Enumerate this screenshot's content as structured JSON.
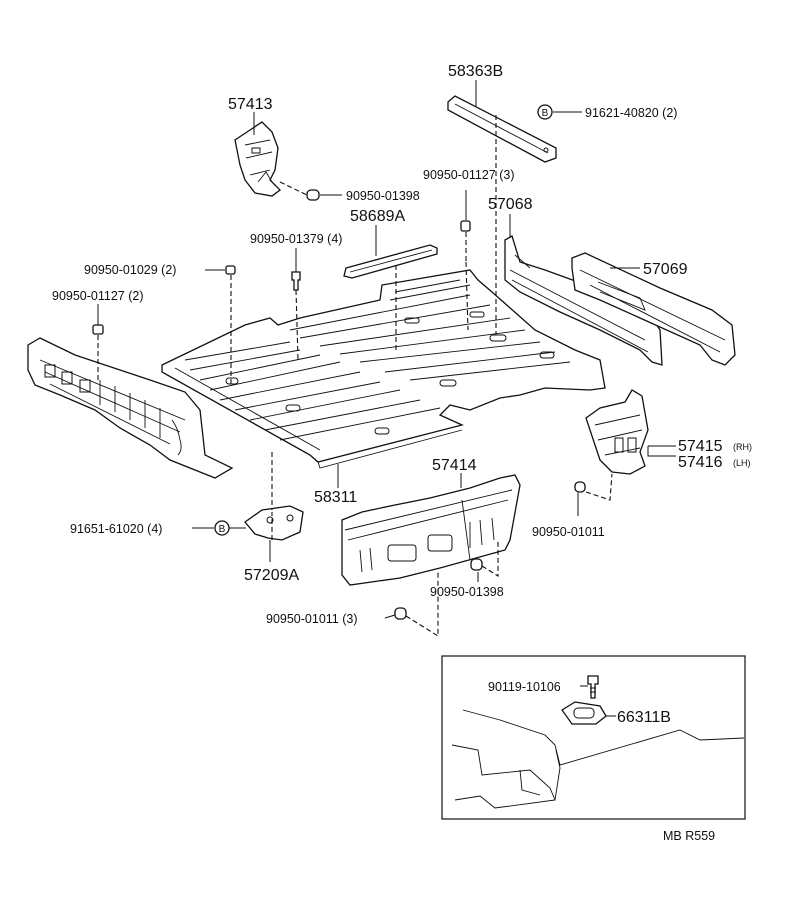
{
  "labels": {
    "p58363B": "58363B",
    "p91621": "91621-40820 (2)",
    "p57413": "57413",
    "p90950_01398_top": "90950-01398",
    "p90950_01127_3": "90950-01127 (3)",
    "p58689A": "58689A",
    "p57068": "57068",
    "p90950_01379": "90950-01379 (4)",
    "p90950_01029": "90950-01029 (2)",
    "p57069": "57069",
    "p90950_01127_2": "90950-01127 (2)",
    "p57415": "57415",
    "p57415_suffix": "(RH)",
    "p57416": "57416",
    "p57416_suffix": "(LH)",
    "p58311": "58311",
    "p57414": "57414",
    "p90950_01011_right": "90950-01011",
    "p91651": "91651-61020 (4)",
    "p57209A": "57209A",
    "p90950_01398_bottom": "90950-01398",
    "p90950_01011_3": "90950-01011 (3)",
    "p90119": "90119-10106",
    "p66311B": "66311B",
    "ref_code": "MB  R559"
  },
  "symbols": {
    "bolt_marker": "B"
  }
}
